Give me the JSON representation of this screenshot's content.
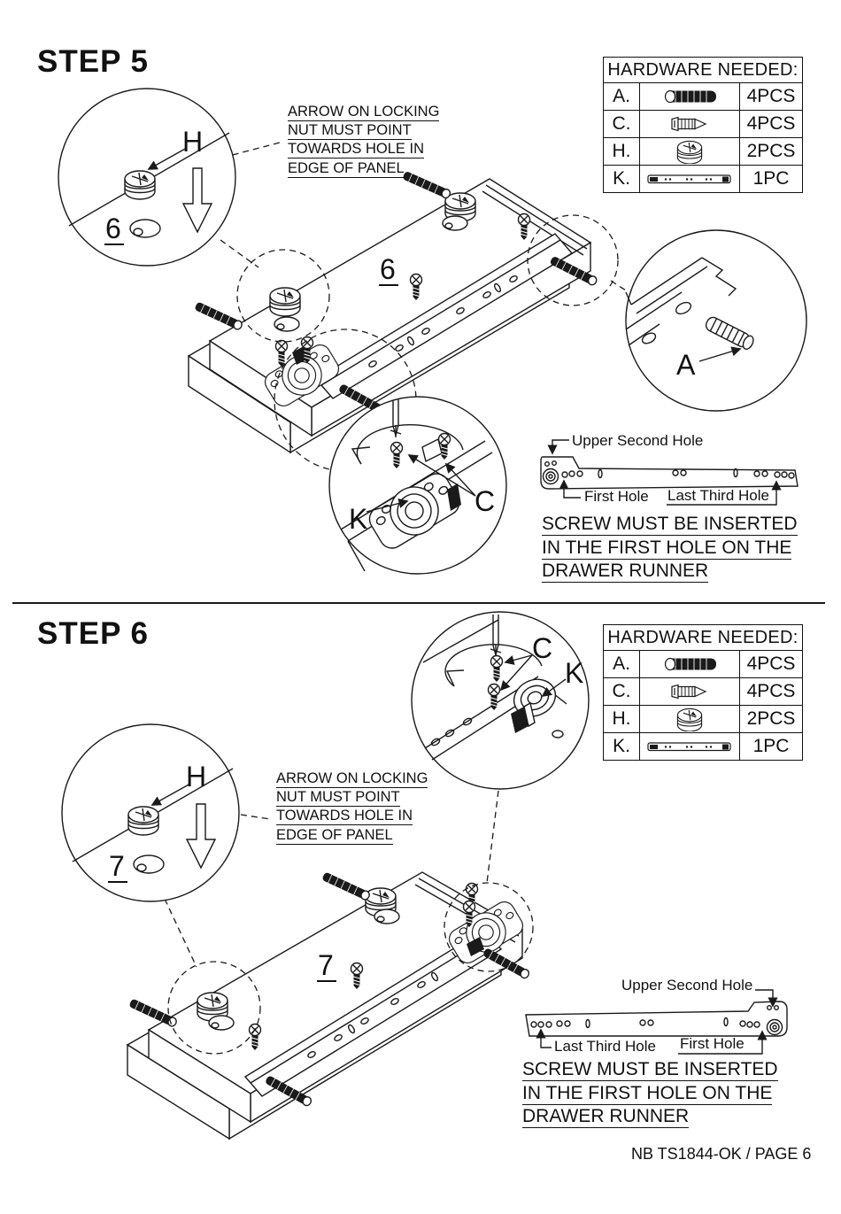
{
  "hardware": {
    "title": "HARDWARE NEEDED:",
    "rows": [
      {
        "key": "A.",
        "item": "dowel-icon",
        "qty": "4PCS"
      },
      {
        "key": "C.",
        "item": "screw-icon",
        "qty": "4PCS"
      },
      {
        "key": "H.",
        "item": "cam-lock-icon",
        "qty": "2PCS"
      },
      {
        "key": "K.",
        "item": "drawer-runner-icon",
        "qty": "1PC"
      }
    ]
  },
  "step5": {
    "title": "STEP 5",
    "panel_number": "6",
    "detail_panel_number": "6",
    "labels": {
      "cam_lock": "H",
      "dowel": "A",
      "runner": "K",
      "screw": "C"
    },
    "note_lines": [
      "ARROW ON LOCKING",
      "NUT MUST POINT",
      "TOWARDS HOLE IN",
      "EDGE OF PANEL"
    ],
    "runner_labels": {
      "upper_second": "Upper Second Hole",
      "first": "First Hole",
      "last_third": "Last Third Hole"
    },
    "screw_note_lines": [
      "SCREW MUST BE INSERTED",
      "IN THE FIRST HOLE ON THE",
      "DRAWER RUNNER"
    ]
  },
  "step6": {
    "title": "STEP 6",
    "panel_number": "7",
    "detail_panel_number": "7",
    "labels": {
      "cam_lock": "H",
      "runner": "K",
      "screw": "C"
    },
    "note_lines": [
      "ARROW ON LOCKING",
      "NUT MUST POINT",
      "TOWARDS HOLE IN",
      "EDGE OF PANEL"
    ],
    "runner_labels": {
      "upper_second": "Upper Second Hole",
      "first": "First Hole",
      "last_third": "Last Third Hole"
    },
    "screw_note_lines": [
      "SCREW MUST BE INSERTED",
      "IN THE FIRST HOLE ON THE",
      "DRAWER RUNNER"
    ]
  },
  "footer": "NB TS1844-OK / PAGE 6"
}
